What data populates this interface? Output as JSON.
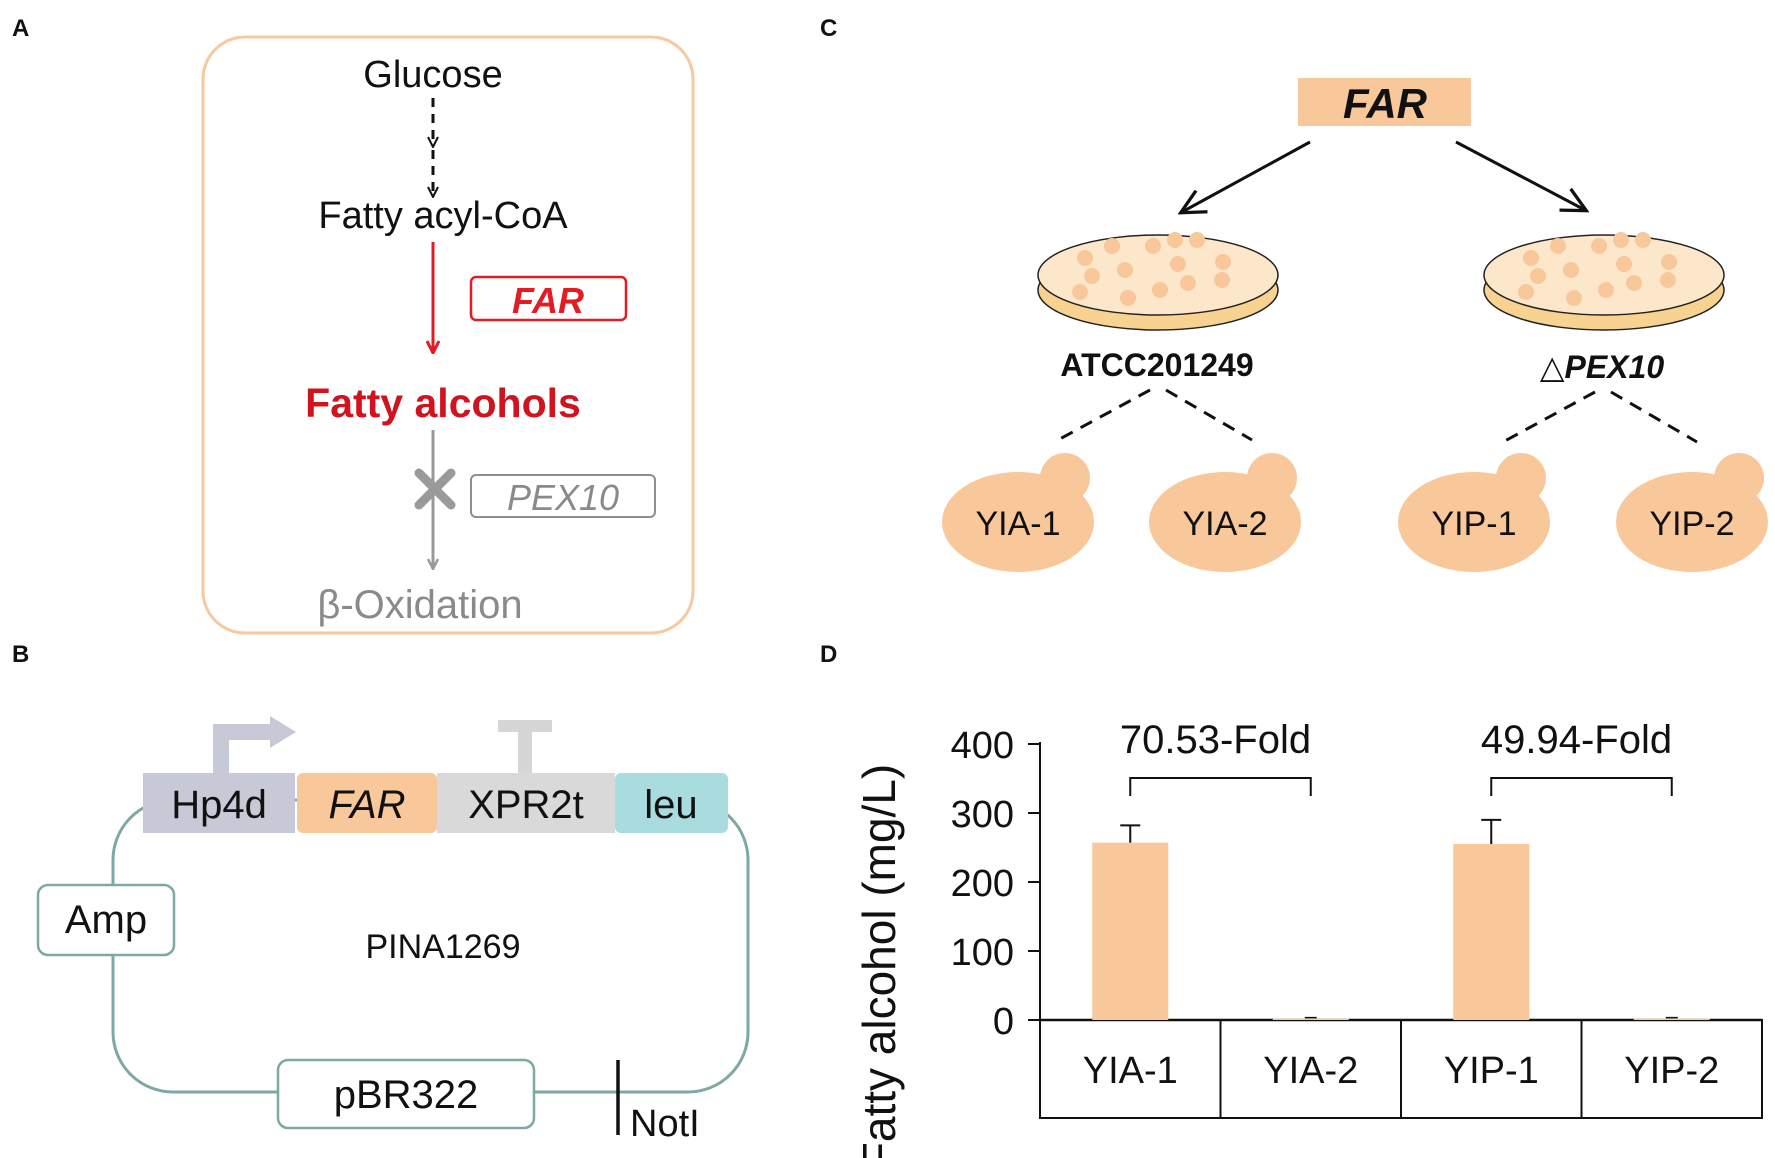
{
  "panels": {
    "a": {
      "label": "A",
      "glucose": "Glucose",
      "acyl": "Fatty acyl-CoA",
      "far": "FAR",
      "alcohols": "Fatty alcohols",
      "pex": "PEX10",
      "beta": "β-Oxidation"
    },
    "b": {
      "label": "B",
      "hp4d": "Hp4d",
      "far": "FAR",
      "xpr": "XPR2t",
      "leu": "leu",
      "amp": "Amp",
      "plasmid": "PINA1269",
      "pbr": "pBR322",
      "notl": "NotI"
    },
    "c": {
      "label": "C",
      "far": "FAR",
      "strain1": "ATCC201249",
      "strain2_prefix": "△",
      "strain2": "PEX10",
      "yia1": "YIA-1",
      "yia2": "YIA-2",
      "yip1": "YIP-1",
      "yip2": "YIP-2"
    },
    "d": {
      "label": "D"
    }
  },
  "colors": {
    "peach": "#f8c79a",
    "red": "#e31b23",
    "gray": "#999999",
    "promoter": "#c7c9d6",
    "terminator": "#d9d9d9",
    "leu": "#a9dcdf",
    "plasmid_line": "#7ea8a4"
  },
  "chart_data": {
    "type": "bar",
    "categories": [
      "YIA-1",
      "YIA-2",
      "YIP-1",
      "YIP-2"
    ],
    "values": [
      257,
      2,
      255,
      2
    ],
    "errors": [
      25,
      0,
      35,
      0
    ],
    "ylabel": "Fatty alcohol (mg/L)",
    "ylim": [
      0,
      400
    ],
    "yticks": [
      0,
      100,
      200,
      300,
      400
    ],
    "annotations": [
      {
        "text": "70.53-Fold",
        "from": 0,
        "to": 1
      },
      {
        "text": "49.94-Fold",
        "from": 2,
        "to": 3
      }
    ],
    "bar_color": "#f8c79a",
    "grid": false,
    "category_table": true
  }
}
